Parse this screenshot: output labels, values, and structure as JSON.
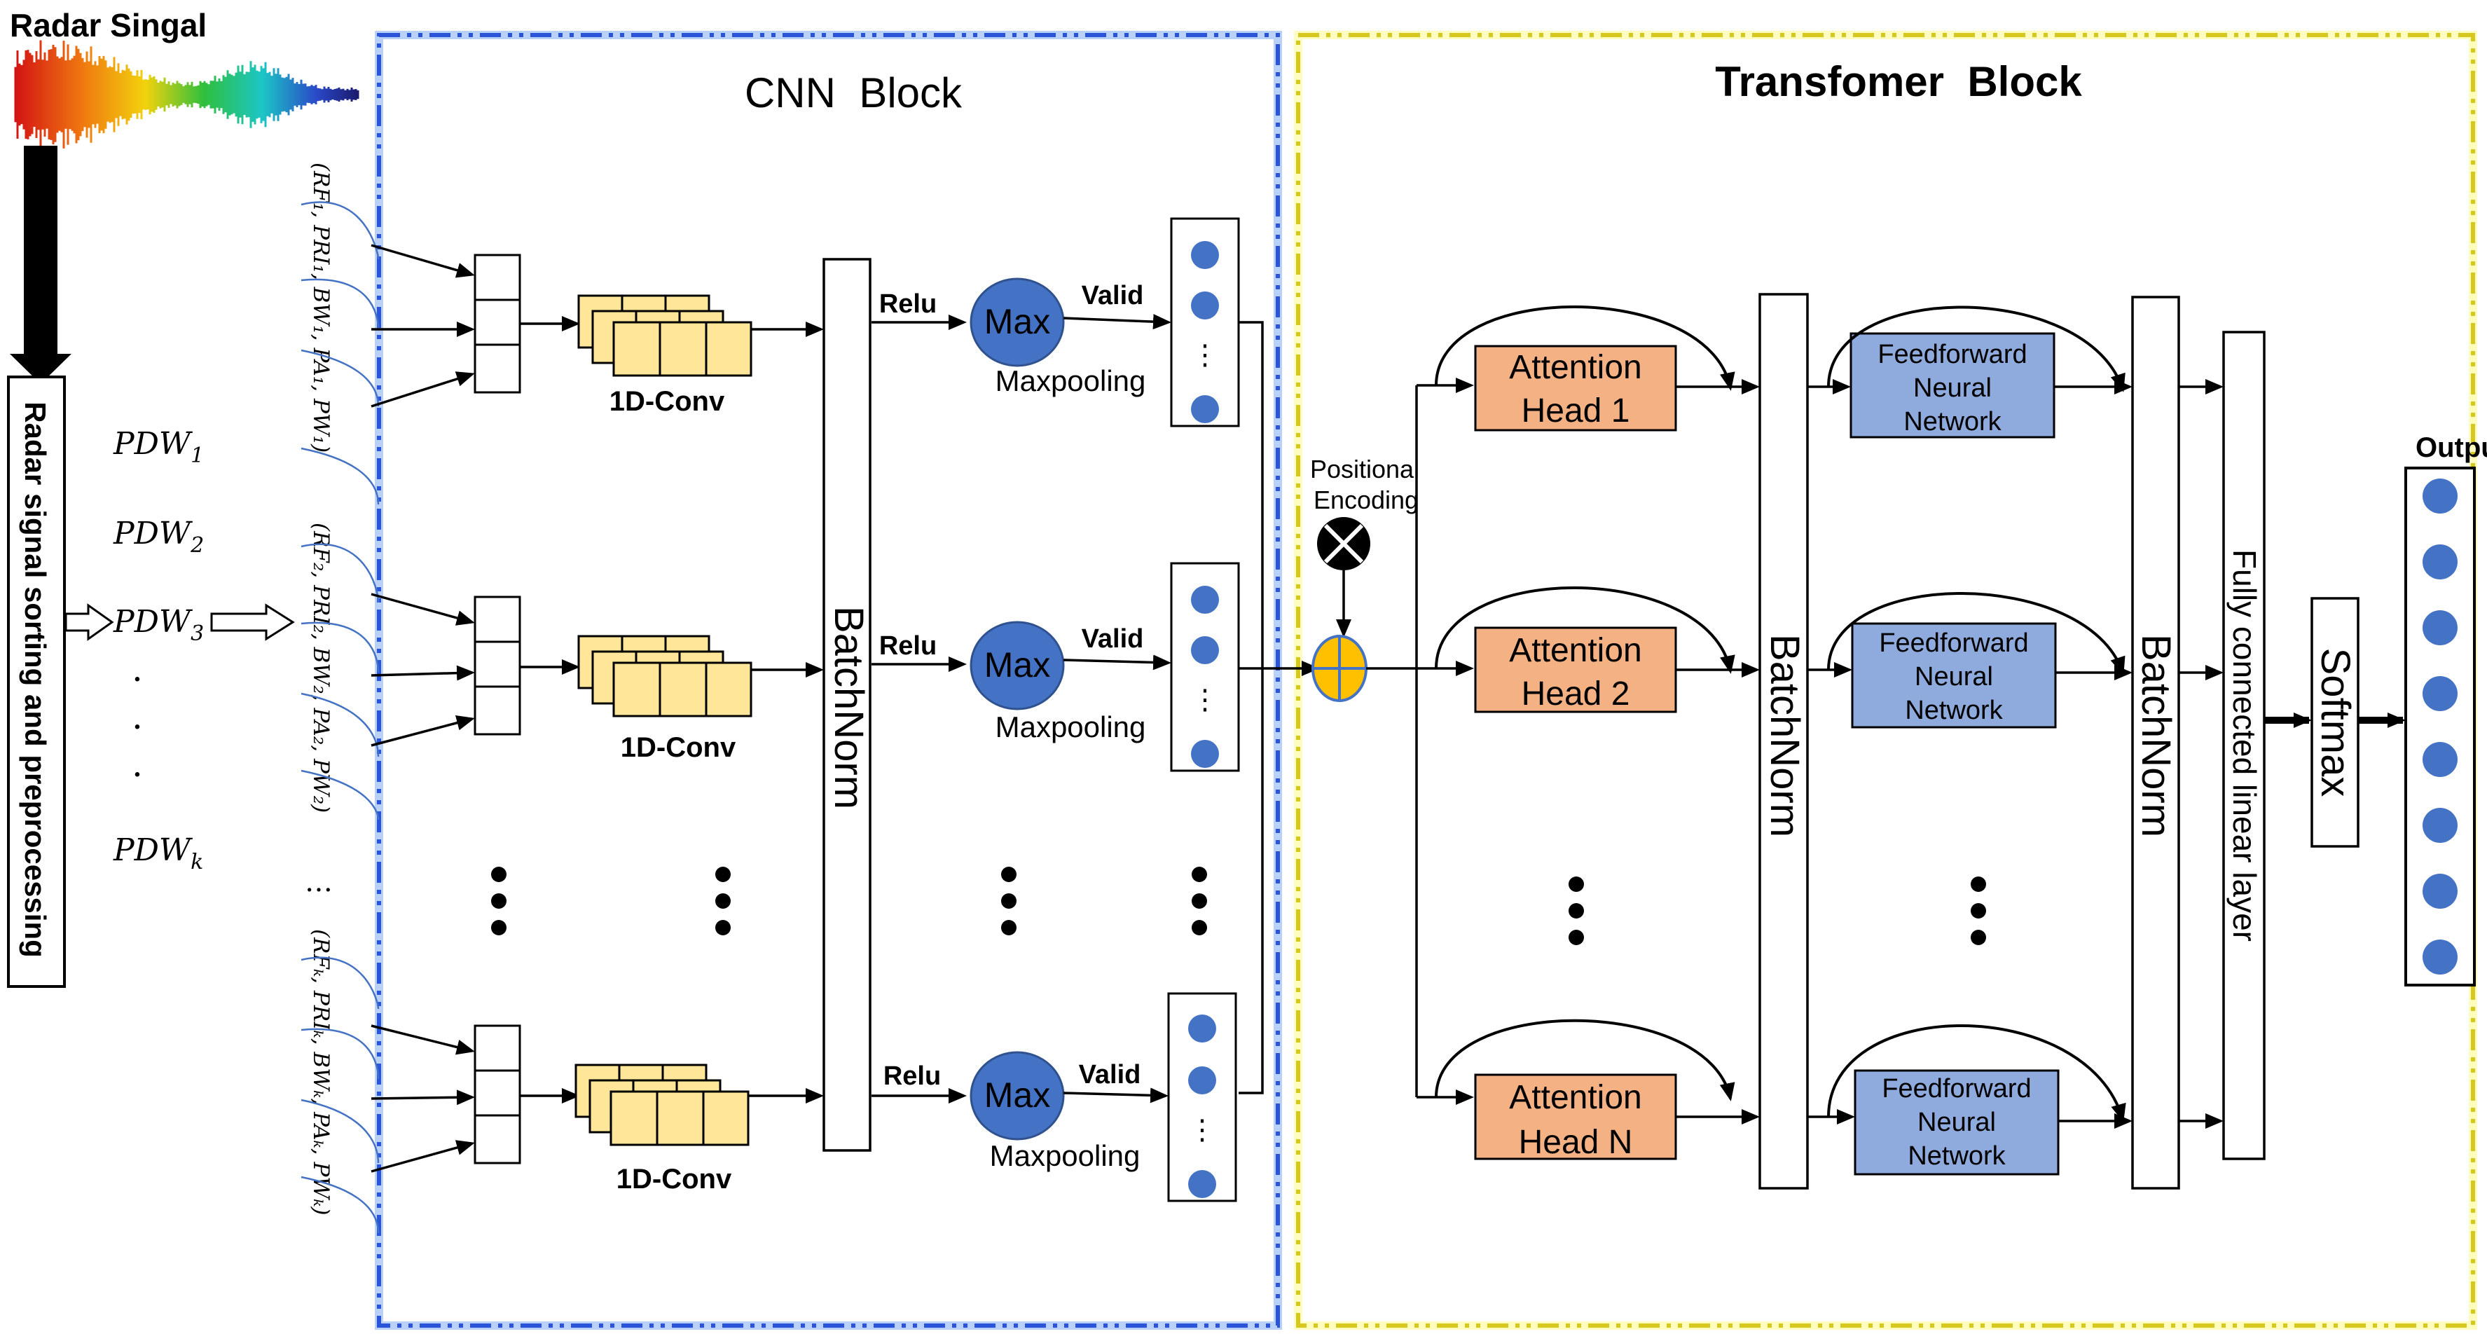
{
  "title_signal": "Radar Singal",
  "preprocess_label": "Radar signal sorting and preprocessing",
  "pdw_list": [
    "PDW",
    "PDW",
    "PDW",
    "PDW"
  ],
  "pdw_subs": [
    "1",
    "2",
    "3",
    "k"
  ],
  "pdw_dots": ".",
  "input_vectors": [
    "(RF₁, PRI₁, BW₁, PA₁, PW₁)",
    "(RF₂, PRI₂, BW₂, PA₂, PW₂)",
    "(RFₖ, PRIₖ, BWₖ, PAₖ, PWₖ)"
  ],
  "input_ellipsis": "…",
  "cnn": {
    "title": "CNN  Block",
    "conv_label": "1D-Conv",
    "relu_label": "Relu",
    "valid_label": "Valid",
    "max_label": "Max",
    "maxpool_label": "Maxpooling",
    "batchnorm_label": "BatchNorm",
    "col_dots": "⋮",
    "border_color": "#2a55d8",
    "glow_color": "#9bbcf5"
  },
  "transformer": {
    "title": "Transfomer  Block",
    "pos_label_1": "Positional",
    "pos_label_2": "Encoding",
    "attention_heads": [
      {
        "line1": "Attention",
        "line2": "Head 1"
      },
      {
        "line1": "Attention",
        "line2": "Head 2"
      },
      {
        "line1": "Attention",
        "line2": "Head N"
      }
    ],
    "ffn_lines": [
      "Feedforward",
      "Neural",
      "Network"
    ],
    "batchnorm_label": "BatchNorm",
    "fc_label": "Fully connected linear layer",
    "softmax_label": "Softmax",
    "output_label": "Output",
    "border_color": "#d6c81e",
    "glow_color": "#fffbb0",
    "attention_fill": "#f4b183",
    "ffn_fill": "#8faadc",
    "conv_fill": "#ffe699"
  },
  "colors": {
    "node_blue": "#4472c4",
    "adder_fill": "#ffc000",
    "curve_blue": "#4472c4"
  }
}
